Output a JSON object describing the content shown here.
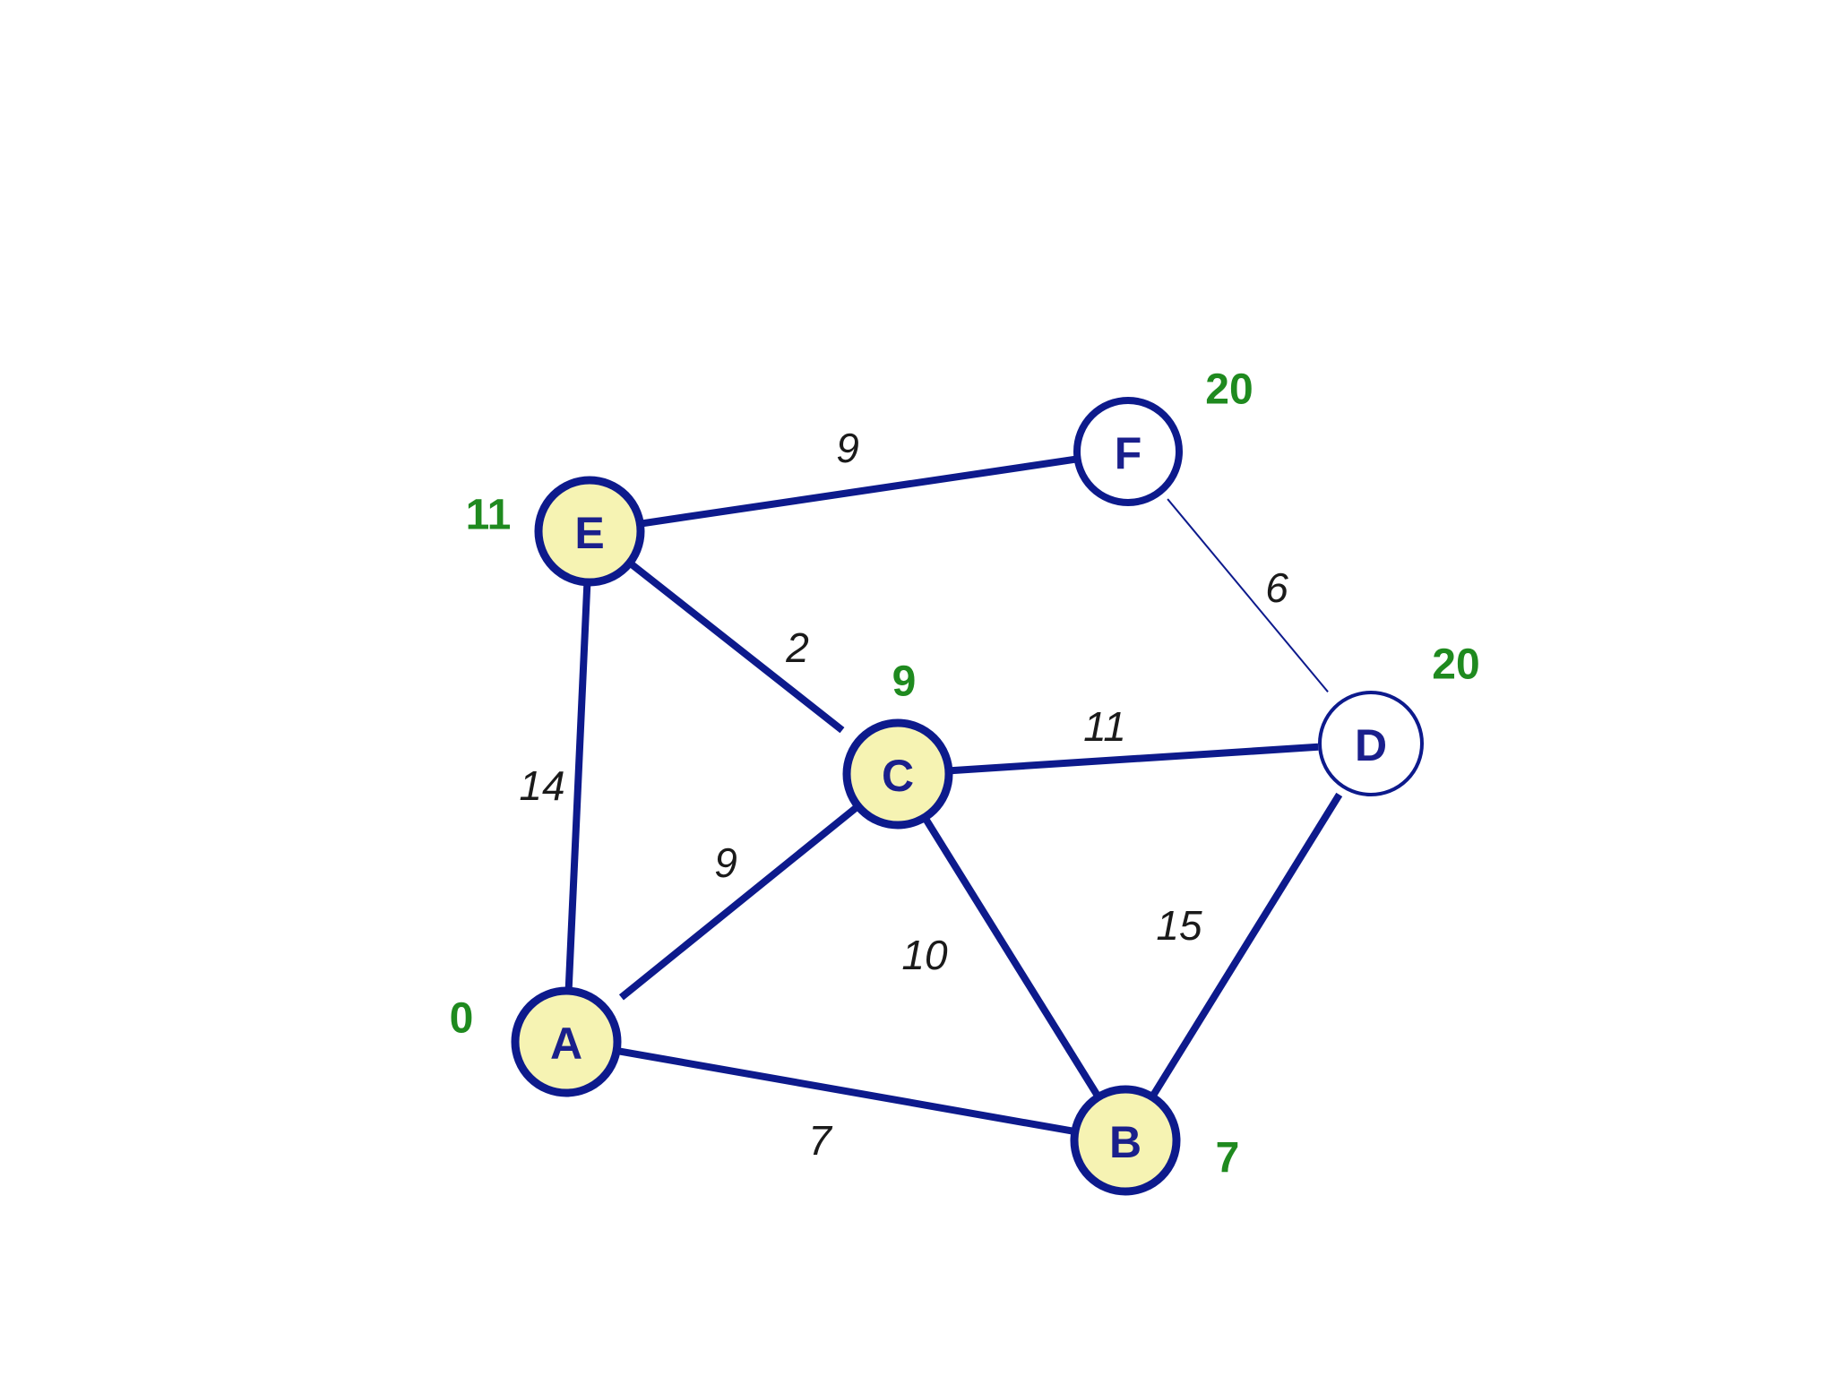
{
  "colors": {
    "edge": "#0d1a8c",
    "node_stroke": "#0d1a8c",
    "visited_fill": "#f6f3b3",
    "unvisited_fill": "#ffffff",
    "node_text": "#1a1f8c",
    "distance_text": "#1f8a1f",
    "weight_text": "#1a1a1a"
  },
  "nodes": [
    {
      "id": "A",
      "label": "A",
      "distance": "0",
      "visited": true
    },
    {
      "id": "B",
      "label": "B",
      "distance": "7",
      "visited": true
    },
    {
      "id": "C",
      "label": "C",
      "distance": "9",
      "visited": true
    },
    {
      "id": "D",
      "label": "D",
      "distance": "20",
      "visited": false
    },
    {
      "id": "E",
      "label": "E",
      "distance": "11",
      "visited": true
    },
    {
      "id": "F",
      "label": "F",
      "distance": "20",
      "visited": false
    }
  ],
  "edges": [
    {
      "from": "A",
      "to": "B",
      "weight": "7"
    },
    {
      "from": "A",
      "to": "C",
      "weight": "9"
    },
    {
      "from": "A",
      "to": "E",
      "weight": "14"
    },
    {
      "from": "B",
      "to": "C",
      "weight": "10"
    },
    {
      "from": "B",
      "to": "D",
      "weight": "15"
    },
    {
      "from": "C",
      "to": "D",
      "weight": "11"
    },
    {
      "from": "C",
      "to": "E",
      "weight": "2"
    },
    {
      "from": "D",
      "to": "F",
      "weight": "6"
    },
    {
      "from": "E",
      "to": "F",
      "weight": "9"
    }
  ]
}
